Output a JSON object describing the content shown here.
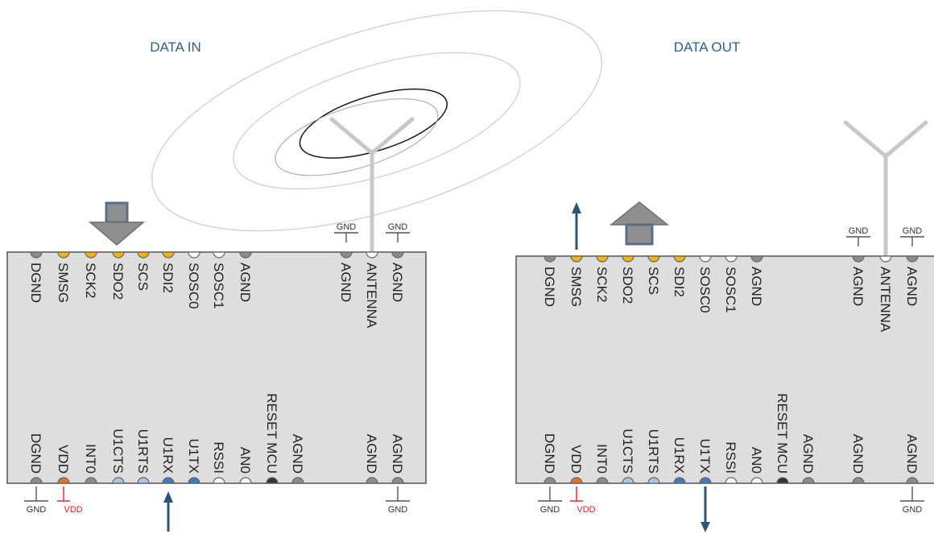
{
  "panels": [
    {
      "id": "in",
      "title": "DATA IN",
      "top_pins": [
        {
          "label": "DGND",
          "color": "#8c8c8c"
        },
        {
          "label": "SMSG",
          "color": "#f5b400"
        },
        {
          "label": "SCK2",
          "color": "#f5b400"
        },
        {
          "label": "SDO2",
          "color": "#f5b400"
        },
        {
          "label": "SCS",
          "color": "#f5b400"
        },
        {
          "label": "SDI2",
          "color": "#f5b400"
        },
        {
          "label": "SOSC0",
          "color": "#ffffff"
        },
        {
          "label": "SOSC1",
          "color": "#ffffff"
        },
        {
          "label": "AGND",
          "color": "#8c8c8c"
        },
        {
          "label": "AGND",
          "color": "#8c8c8c"
        },
        {
          "label": "ANTENNA",
          "color": "#ffffff"
        },
        {
          "label": "AGND",
          "color": "#8c8c8c"
        }
      ],
      "bottom_pins": [
        {
          "label": "DGND",
          "color": "#8c8c8c"
        },
        {
          "label": "VDD",
          "color": "#e8731e"
        },
        {
          "label": "INT0",
          "color": "#8c8c8c"
        },
        {
          "label": "U1CTS",
          "color": "#a9c9e8"
        },
        {
          "label": "U1RTS",
          "color": "#a9c9e8"
        },
        {
          "label": "U1RX",
          "color": "#3b7cc0"
        },
        {
          "label": "U1TX",
          "color": "#3b7cc0"
        },
        {
          "label": "RSSI",
          "color": "#ffffff"
        },
        {
          "label": "AN0",
          "color": "#ffffff"
        },
        {
          "label": "RESET MCU",
          "color": "#333333"
        },
        {
          "label": "AGND",
          "color": "#8c8c8c"
        },
        {
          "label": "AGND",
          "color": "#8c8c8c"
        },
        {
          "label": "AGND",
          "color": "#8c8c8c"
        }
      ],
      "top_gnd_labels": [
        "GND",
        "GND"
      ],
      "bottom_gnd_labels": [
        "GND",
        "GND"
      ],
      "vdd_label": "VDD",
      "block_arrow": "down",
      "line_arrow": "up",
      "line_arrow_pin": "U1RX",
      "has_waves": true
    },
    {
      "id": "out",
      "title": "DATA OUT",
      "top_pins": [
        {
          "label": "DGND",
          "color": "#8c8c8c"
        },
        {
          "label": "SMSG",
          "color": "#f5b400"
        },
        {
          "label": "SCK2",
          "color": "#f5b400"
        },
        {
          "label": "SDO2",
          "color": "#f5b400"
        },
        {
          "label": "SCS",
          "color": "#f5b400"
        },
        {
          "label": "SDI2",
          "color": "#f5b400"
        },
        {
          "label": "SOSC0",
          "color": "#ffffff"
        },
        {
          "label": "SOSC1",
          "color": "#ffffff"
        },
        {
          "label": "AGND",
          "color": "#8c8c8c"
        },
        {
          "label": "AGND",
          "color": "#8c8c8c"
        },
        {
          "label": "ANTENNA",
          "color": "#ffffff"
        },
        {
          "label": "AGND",
          "color": "#8c8c8c"
        }
      ],
      "bottom_pins": [
        {
          "label": "DGND",
          "color": "#8c8c8c"
        },
        {
          "label": "VDD",
          "color": "#e8731e"
        },
        {
          "label": "INT0",
          "color": "#8c8c8c"
        },
        {
          "label": "U1CTS",
          "color": "#a9c9e8"
        },
        {
          "label": "U1RTS",
          "color": "#a9c9e8"
        },
        {
          "label": "U1RX",
          "color": "#3b7cc0"
        },
        {
          "label": "U1TX",
          "color": "#3b7cc0"
        },
        {
          "label": "RSSI",
          "color": "#ffffff"
        },
        {
          "label": "AN0",
          "color": "#ffffff"
        },
        {
          "label": "RESET MCU",
          "color": "#333333"
        },
        {
          "label": "AGND",
          "color": "#8c8c8c"
        },
        {
          "label": "AGND",
          "color": "#8c8c8c"
        },
        {
          "label": "AGND",
          "color": "#8c8c8c"
        }
      ],
      "top_gnd_labels": [
        "GND",
        "GND"
      ],
      "bottom_gnd_labels": [
        "GND",
        "GND"
      ],
      "vdd_label": "VDD",
      "block_arrow": "up",
      "line_arrow": "down",
      "line_arrow_pin": "U1TX",
      "has_waves": false
    }
  ],
  "colors": {
    "chip_fill": "#dedede",
    "chip_stroke": "#555555",
    "antenna": "#c8c8c8",
    "wave": "#d0d0d0",
    "wave_inner": "#606060",
    "wave_core": "#1a1a1a",
    "arrow_line": "#2d5577",
    "block_arrow_fill": "#8f8f8f",
    "block_arrow_edge": "#5a6e8a",
    "gnd": "#555555",
    "vdd": "#e02020",
    "title": "#2d5f8a"
  }
}
